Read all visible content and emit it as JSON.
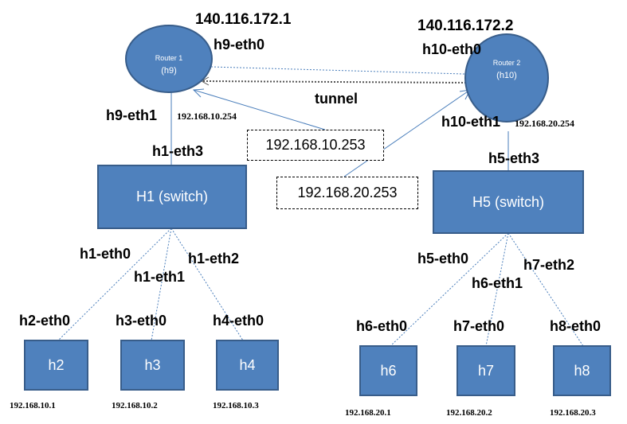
{
  "colors": {
    "node_fill": "#4f81bd",
    "node_stroke": "#385d8a",
    "link": "#4a7ebb",
    "tunnel": "#555555"
  },
  "routers": {
    "r1": {
      "name": "Router 1",
      "host": "(h9)",
      "public_ip": "140.116.172.1",
      "wan_if": "h9-eth0",
      "lan_if": "h9-eth1",
      "lan_ip": "192.168.10.254"
    },
    "r2": {
      "name": "Router 2",
      "host": "(h10)",
      "public_ip": "140.116.172.2",
      "wan_if": "h10-eth0",
      "lan_if": "h10-eth1",
      "lan_ip": "192.168.20.254"
    }
  },
  "tunnel_label": "tunnel",
  "switches": {
    "s1": {
      "label": "H1 (switch)",
      "uplink_if": "h1-eth3",
      "ports": [
        "h1-eth0",
        "h1-eth1",
        "h1-eth2"
      ]
    },
    "s2": {
      "label": "H5 (switch)",
      "uplink_if": "h5-eth3",
      "ports": [
        "h5-eth0",
        "h6-eth1",
        "h7-eth2"
      ]
    }
  },
  "remote_ips": {
    "left": "192.168.10.253",
    "right": "192.168.20.253"
  },
  "hosts": [
    {
      "label": "h2",
      "iface": "h2-eth0",
      "ip": "192.168.10.1"
    },
    {
      "label": "h3",
      "iface": "h3-eth0",
      "ip": "192.168.10.2"
    },
    {
      "label": "h4",
      "iface": "h4-eth0",
      "ip": "192.168.10.3"
    },
    {
      "label": "h6",
      "iface": "h6-eth0",
      "ip": "192.168.20.1"
    },
    {
      "label": "h7",
      "iface": "h7-eth0",
      "ip": "192.168.20.2"
    },
    {
      "label": "h8",
      "iface": "h8-eth0",
      "ip": "192.168.20.3"
    }
  ]
}
